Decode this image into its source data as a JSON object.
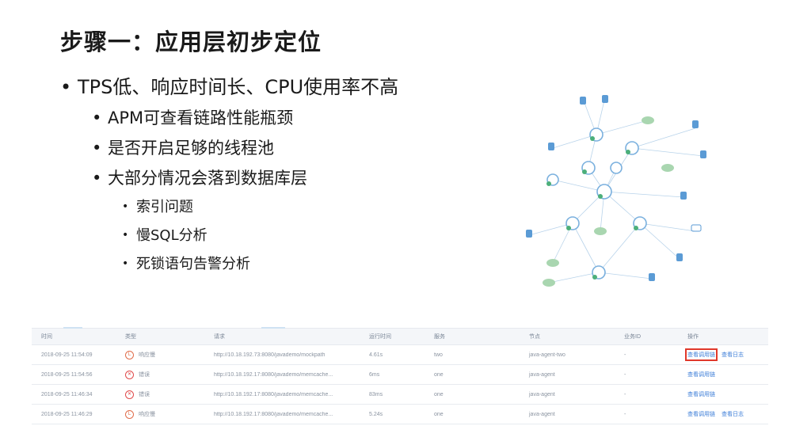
{
  "slide": {
    "title": "步骤一：应用层初步定位",
    "bullets": [
      {
        "level": 1,
        "text": "TPS低、响应时间长、CPU使用率不高"
      },
      {
        "level": 2,
        "text": "APM可查看链路性能瓶颈"
      },
      {
        "level": 2,
        "text": "是否开启足够的线程池"
      },
      {
        "level": 2,
        "text": "大部分情况会落到数据库层"
      },
      {
        "level": 3,
        "text": "索引问题"
      },
      {
        "level": 3,
        "text": "慢SQL分析"
      },
      {
        "level": 3,
        "text": "死锁语句告警分析"
      }
    ]
  },
  "table": {
    "headers": [
      "时间",
      "类型",
      "请求",
      "运行时间",
      "服务",
      "节点",
      "业务ID",
      "操作"
    ],
    "rows": [
      {
        "time": "2018-09-25 11:54:09",
        "type": "响应慢",
        "type_kind": "slow",
        "request": "http://10.18.192.73:8080/javademo/mockpath",
        "duration": "4.61s",
        "service": "two",
        "node": "java-agent-two",
        "biz_id": "-",
        "action1": "查看调用链",
        "action2": "查看日志",
        "highlight": true
      },
      {
        "time": "2018-09-25 11:54:56",
        "type": "错误",
        "type_kind": "error",
        "request": "http://10.18.192.17:8080/javademo/memcache...",
        "duration": "6ms",
        "service": "one",
        "node": "java-agent",
        "biz_id": "-",
        "action1": "查看调用链",
        "action2": "",
        "highlight": false
      },
      {
        "time": "2018-09-25 11:46:34",
        "type": "错误",
        "type_kind": "error",
        "request": "http://10.18.192.17:8080/javademo/memcache...",
        "duration": "83ms",
        "service": "one",
        "node": "java-agent",
        "biz_id": "-",
        "action1": "查看调用链",
        "action2": "",
        "highlight": false
      },
      {
        "time": "2018-09-25 11:46:29",
        "type": "响应慢",
        "type_kind": "slow",
        "request": "http://10.18.192.17:8080/javademo/memcache...",
        "duration": "5.24s",
        "service": "one",
        "node": "java-agent",
        "biz_id": "-",
        "action1": "查看调用链",
        "action2": "查看日志",
        "highlight": false
      }
    ]
  },
  "colors": {
    "link": "#3f7fd8",
    "highlight": "#e0382b",
    "slow": "#e06d4b",
    "error": "#e04b4b",
    "node": "#5b9bd5",
    "cloud": "#9ccfa0"
  }
}
